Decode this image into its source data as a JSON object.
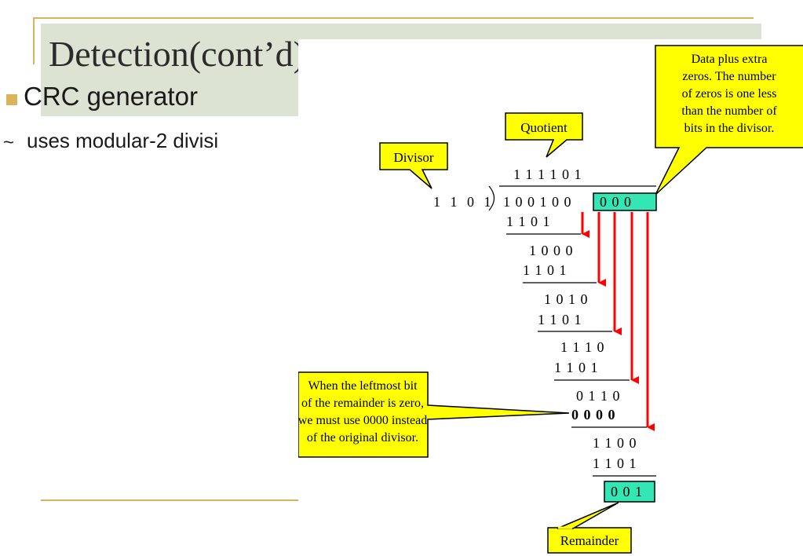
{
  "slide": {
    "title": "Detection(cont’d)",
    "bullet": "CRC generator",
    "sub_bullet": "uses modular-2 divisi"
  },
  "figure": {
    "callouts": {
      "data_note": [
        "Data plus extra",
        "zeros.  The number",
        "of zeros is one less",
        "than the number of",
        "bits in the divisor."
      ],
      "quotient_label": "Quotient",
      "divisor_label": "Divisor",
      "zero_note": [
        "When the leftmost bit",
        "of the remainder is zero,",
        "we must use 0000 instead",
        "of the original divisor."
      ],
      "remainder_label": "Remainder"
    },
    "quotient": "1 1 1 1 0 1",
    "divisor": "1 1 0 1",
    "dividend": "1 0 0 1 0 0",
    "extra_zeros": "0 0 0",
    "steps": [
      "1 1 0 1",
      "1 0 0 0",
      "1 1 0 1",
      "1 0 1 0",
      "1 1 0 1",
      "1 1 1 0",
      "1 1 0 1",
      "0 1 1 0",
      "0 0 0 0",
      "1 1 0 0",
      "1 1 0 1"
    ],
    "remainder": "0 0 1",
    "colors": {
      "callout_fill": "#ffff00",
      "highlight_fill": "#33e6b3",
      "arrow": "#ff0000"
    }
  }
}
